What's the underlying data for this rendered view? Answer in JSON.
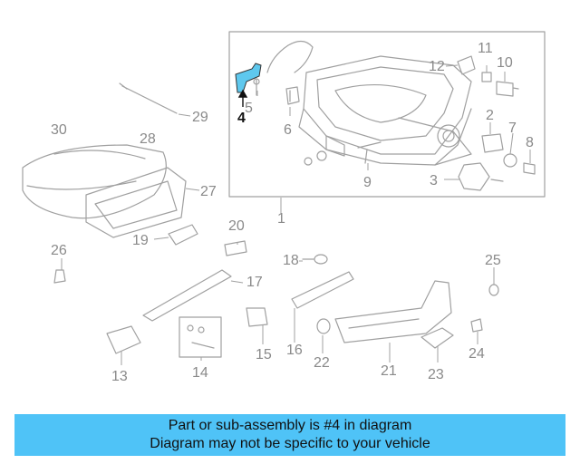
{
  "diagram": {
    "highlight_color": "#5ec8ee",
    "line_color": "#a0a0a0",
    "labels": [
      "1",
      "2",
      "3",
      "4",
      "5",
      "6",
      "7",
      "8",
      "9",
      "10",
      "11",
      "12",
      "13",
      "14",
      "15",
      "16",
      "17",
      "18",
      "19",
      "20",
      "21",
      "22",
      "23",
      "24",
      "25",
      "26",
      "27",
      "28",
      "29",
      "30"
    ]
  },
  "banner": {
    "line1": "Part or sub-assembly is #4 in diagram",
    "line2": "Diagram may not be specific to your vehicle",
    "color": "#4fc3f7"
  }
}
